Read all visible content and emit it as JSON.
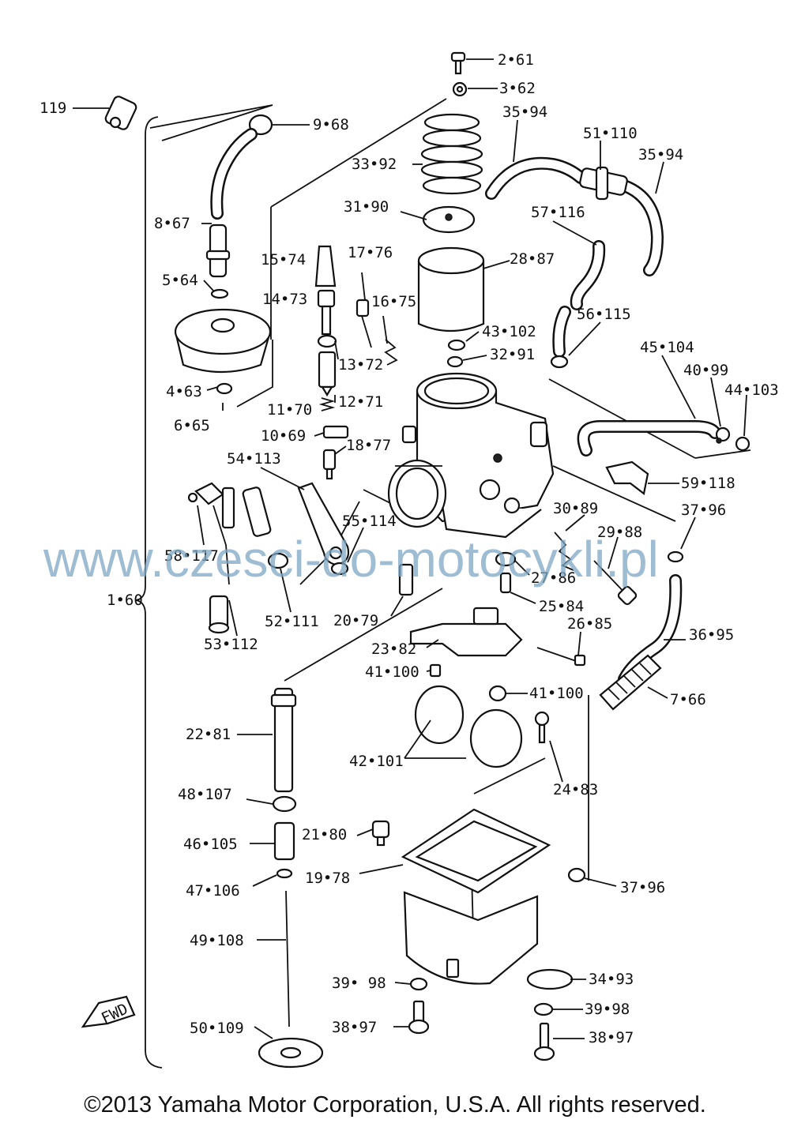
{
  "diagram": {
    "callouts": [
      {
        "id": "2-61",
        "text": "2•61"
      },
      {
        "id": "3-62",
        "text": "3•62"
      },
      {
        "id": "35-94a",
        "text": "35•94"
      },
      {
        "id": "51-110",
        "text": "51•110"
      },
      {
        "id": "35-94b",
        "text": "35•94"
      },
      {
        "id": "119",
        "text": "119"
      },
      {
        "id": "9-68",
        "text": "9•68"
      },
      {
        "id": "33-92",
        "text": "33•92"
      },
      {
        "id": "31-90",
        "text": "31•90"
      },
      {
        "id": "57-116",
        "text": "57•116"
      },
      {
        "id": "8-67",
        "text": "8•67"
      },
      {
        "id": "15-74",
        "text": "15•74"
      },
      {
        "id": "17-76",
        "text": "17•76"
      },
      {
        "id": "28-87",
        "text": "28•87"
      },
      {
        "id": "5-64",
        "text": "5•64"
      },
      {
        "id": "14-73",
        "text": "14•73"
      },
      {
        "id": "16-75",
        "text": "16•75"
      },
      {
        "id": "56-115",
        "text": "56•115"
      },
      {
        "id": "43-102",
        "text": "43•102"
      },
      {
        "id": "32-91",
        "text": "32•91"
      },
      {
        "id": "45-104",
        "text": "45•104"
      },
      {
        "id": "13-72",
        "text": "13•72"
      },
      {
        "id": "40-99",
        "text": "40•99"
      },
      {
        "id": "44-103",
        "text": "44•103"
      },
      {
        "id": "4-63",
        "text": "4•63"
      },
      {
        "id": "12-71",
        "text": "12•71"
      },
      {
        "id": "6-65",
        "text": "6•65"
      },
      {
        "id": "11-70",
        "text": "11•70"
      },
      {
        "id": "10-69",
        "text": "10•69"
      },
      {
        "id": "18-77",
        "text": "18•77"
      },
      {
        "id": "54-113",
        "text": "54•113"
      },
      {
        "id": "59-118",
        "text": "59•118"
      },
      {
        "id": "30-89",
        "text": "30•89"
      },
      {
        "id": "37-96a",
        "text": "37•96"
      },
      {
        "id": "55-114",
        "text": "55•114"
      },
      {
        "id": "29-88",
        "text": "29•88"
      },
      {
        "id": "58-117",
        "text": "58•117"
      },
      {
        "id": "27-86",
        "text": "27•86"
      },
      {
        "id": "1-60",
        "text": "1•60"
      },
      {
        "id": "52-111",
        "text": "52•111"
      },
      {
        "id": "20-79",
        "text": "20•79"
      },
      {
        "id": "25-84",
        "text": "25•84"
      },
      {
        "id": "53-112",
        "text": "53•112"
      },
      {
        "id": "26-85",
        "text": "26•85"
      },
      {
        "id": "36-95",
        "text": "36•95"
      },
      {
        "id": "23-82",
        "text": "23•82"
      },
      {
        "id": "41-100a",
        "text": "41•100"
      },
      {
        "id": "41-100b",
        "text": "41•100"
      },
      {
        "id": "7-66",
        "text": "7•66"
      },
      {
        "id": "22-81",
        "text": "22•81"
      },
      {
        "id": "42-101",
        "text": "42•101"
      },
      {
        "id": "24-83",
        "text": "24•83"
      },
      {
        "id": "48-107",
        "text": "48•107"
      },
      {
        "id": "21-80",
        "text": "21•80"
      },
      {
        "id": "46-105",
        "text": "46•105"
      },
      {
        "id": "19-78",
        "text": "19•78"
      },
      {
        "id": "37-96b",
        "text": "37•96"
      },
      {
        "id": "47-106",
        "text": "47•106"
      },
      {
        "id": "49-108",
        "text": "49•108"
      },
      {
        "id": "34-93",
        "text": "34•93"
      },
      {
        "id": "39-98a",
        "text": "39• 98"
      },
      {
        "id": "39-98b",
        "text": "39•98"
      },
      {
        "id": "38-97a",
        "text": "38•97"
      },
      {
        "id": "38-97b",
        "text": "38•97"
      },
      {
        "id": "50-109",
        "text": "50•109"
      }
    ],
    "fwd_label": "FWD"
  },
  "watermark": "www.czesci-do-motocykli.pl",
  "copyright": "©2013 Yamaha Motor Corporation, U.S.A. All rights reserved."
}
